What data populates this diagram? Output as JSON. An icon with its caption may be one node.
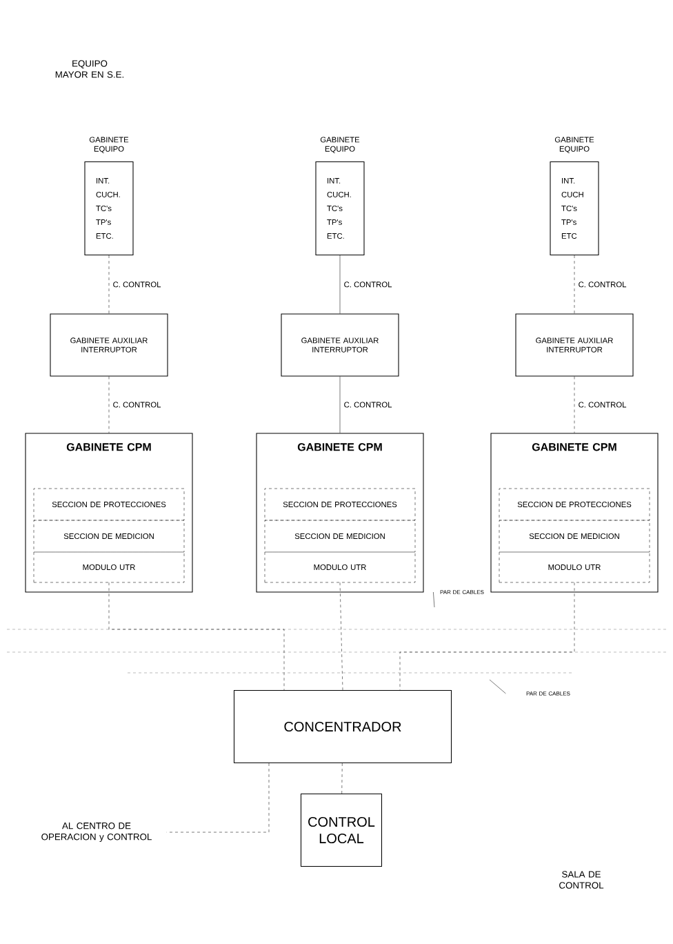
{
  "diagram": {
    "nodes": [
      {
        "text": [
          "GABINETE EQUIPO",
          "INT. CUCH. TC's TP's ETC."
        ]
      },
      {
        "text": [
          "GABINETE EQUIPO",
          "INT. CUCH. TC's TP's ETC."
        ]
      },
      {
        "text": [
          "GABINETE EQUIPO",
          "INT. CUCH TC's TP's ETC"
        ]
      },
      {
        "text": [
          "GABINETE AUXILIAR INTERRUPTOR"
        ]
      },
      {
        "text": [
          "GABINETE AUXILIAR INTERRUPTOR"
        ]
      },
      {
        "text": [
          "GABINETE AUXILIAR INTERRUPTOR"
        ]
      },
      {
        "text": [
          "GABINETE CPM"
        ]
      },
      {
        "text": [
          "SECCION DE PROTECCIONES"
        ],
        "in": 6
      },
      {
        "text": [
          "SECCION DE MEDICION"
        ],
        "in": 6
      },
      {
        "text": [
          "MODULO UTR"
        ],
        "in": 6
      },
      {
        "text": [
          "GABINETE CPM"
        ]
      },
      {
        "text": [
          "SECCION DE PROTECCIONES"
        ],
        "in": 10
      },
      {
        "text": [
          "SECCION DE MEDICION"
        ],
        "in": 10
      },
      {
        "text": [
          "MODULO UTR"
        ],
        "in": 10
      },
      {
        "text": [
          "GABINETE CPM"
        ]
      },
      {
        "text": [
          "SECCION DE PROTECCIONES"
        ],
        "in": 14
      },
      {
        "text": [
          "SECCION DE MEDICION"
        ],
        "in": 14
      },
      {
        "text": [
          "MODULO UTR"
        ],
        "in": 14
      },
      {
        "text": [
          "CONCENTRADOR"
        ]
      },
      {
        "text": [
          "CONTROL LOCAL"
        ]
      },
      {
        "text": [
          "AL CENTRO DE OPERACION y CONTROL"
        ]
      },
      {
        "text": [
          "PAR DE CABLES"
        ]
      },
      {
        "text": [
          "PAR DE CABLES"
        ]
      }
    ],
    "edges": [
      {
        "from": 0,
        "to": 3,
        "arrow": "none",
        "label": "C. CONTROL",
        "style": "dashed"
      },
      {
        "from": 1,
        "to": 4,
        "arrow": "none",
        "label": "C. CONTROL"
      },
      {
        "from": 2,
        "to": 5,
        "arrow": "none",
        "label": "C. CONTROL",
        "style": "dashed"
      },
      {
        "from": 3,
        "to": 6,
        "arrow": "none",
        "label": "C. CONTROL",
        "style": "dashed"
      },
      {
        "from": 4,
        "to": 10,
        "arrow": "none",
        "label": "C. CONTROL"
      },
      {
        "from": 5,
        "to": 14,
        "arrow": "none",
        "label": "C. CONTROL",
        "style": "dashed"
      },
      {
        "from": 9,
        "to": 18,
        "arrow": "none",
        "style": "dashed"
      },
      {
        "from": 13,
        "to": 18,
        "arrow": "none",
        "style": "dashed"
      },
      {
        "from": 17,
        "to": 18,
        "arrow": "none",
        "style": "dashed"
      },
      {
        "from": 18,
        "to": 19,
        "arrow": "none",
        "style": "dashed"
      },
      {
        "from": 18,
        "to": 20,
        "arrow": "none",
        "style": "dashed"
      },
      {
        "from": 21,
        "to": null,
        "arrow": "none"
      },
      {
        "from": 22,
        "to": null,
        "arrow": "none"
      }
    ],
    "labels": [
      "EQUIPO MAYOR EN S.E.",
      "SALA DE CONTROL"
    ]
  }
}
